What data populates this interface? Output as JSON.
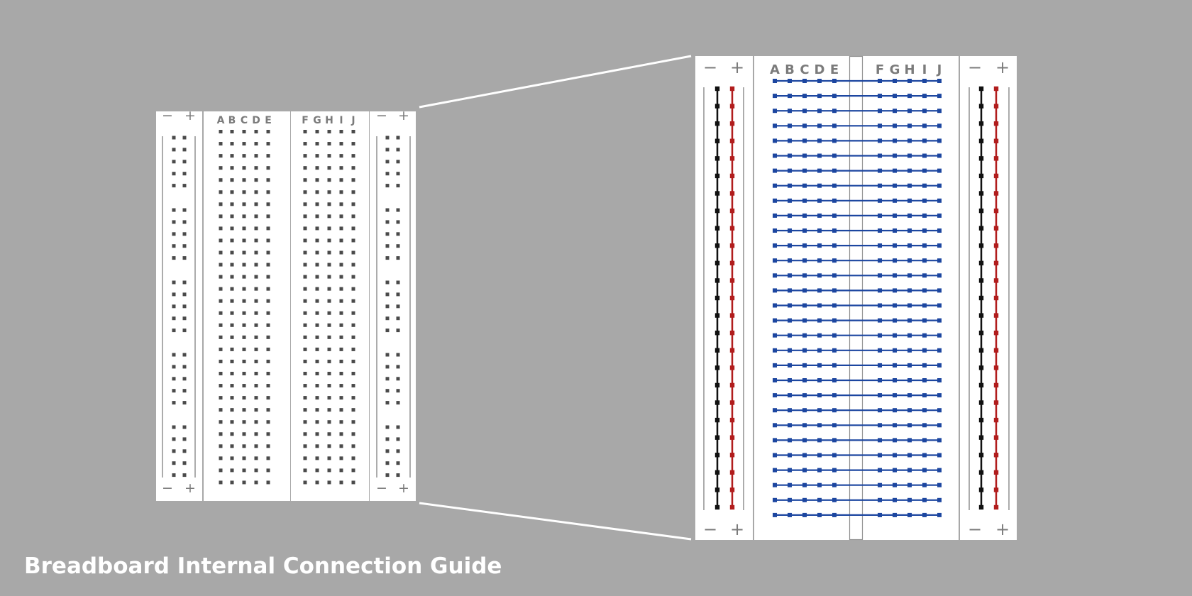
{
  "title": "Breadboard Internal Connection Guide",
  "rail_signs": {
    "minus": "−",
    "plus": "+"
  },
  "columns_left": [
    "A",
    "B",
    "C",
    "D",
    "E"
  ],
  "columns_right": [
    "F",
    "G",
    "H",
    "I",
    "J"
  ],
  "rows": 30,
  "rail_groups": 5,
  "rail_holes_per_group": 5,
  "detail_rows": 30,
  "detail_rail_holes": 25,
  "colors": {
    "background": "#a8a8a8",
    "board": "#ffffff",
    "hole": "#4a4a4a",
    "rail_line": "#909090",
    "terminal_strip": "#1c46a0",
    "negative_rail": "#111111",
    "positive_rail": "#b11d1d",
    "sign_text": "#7b7b7b",
    "title": "#ffffff",
    "zoom_line": "#ffffff"
  }
}
